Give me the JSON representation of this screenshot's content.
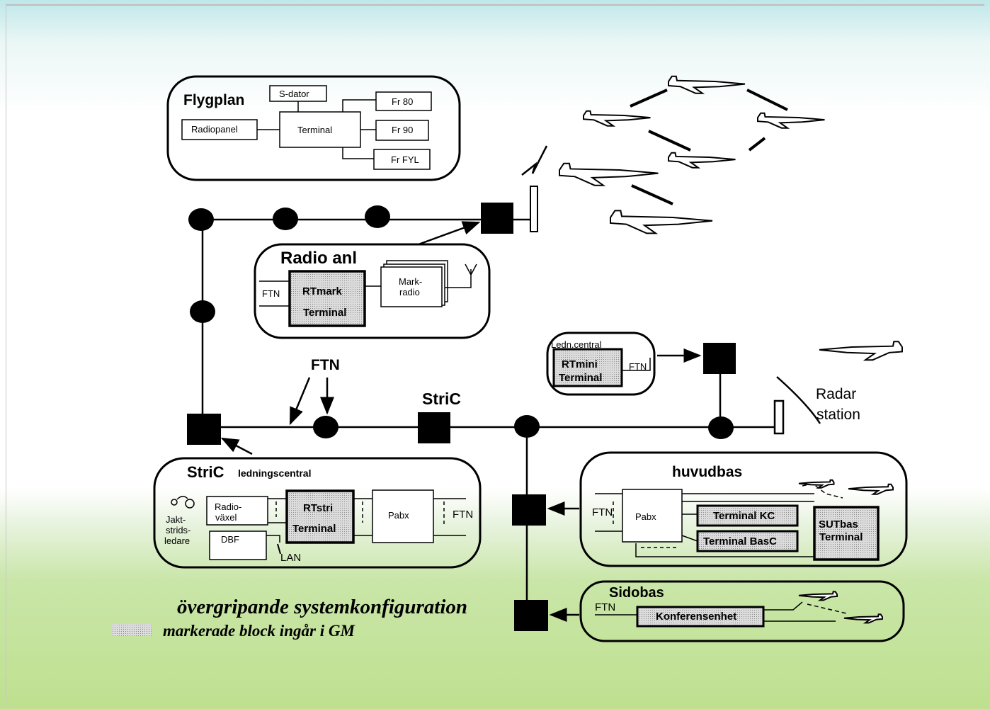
{
  "flygplan": {
    "title": "Flygplan",
    "s_dator": "S-dator",
    "radiopanel": "Radiopanel",
    "terminal": "Terminal",
    "fr80": "Fr 80",
    "fr90": "Fr 90",
    "frfyl": "Fr FYL"
  },
  "radio_anl": {
    "title": "Radio anl",
    "ftn": "FTN",
    "rtmark": "RTmark",
    "terminal": "Terminal",
    "markradio_1": "Mark-",
    "markradio_2": "radio"
  },
  "ledn_central": {
    "title": "Ledn.central",
    "rtmini": "RTmini",
    "terminal": "Terminal",
    "ftn": "FTN"
  },
  "network": {
    "ftn": "FTN",
    "stric": "StriC",
    "radar_1": "Radar",
    "radar_2": "station"
  },
  "stric_lc": {
    "title": "StriC",
    "subtitle": "ledningscentral",
    "jakt_1": "Jakt-",
    "jakt_2": "strids-",
    "jakt_3": "ledare",
    "radiovaxel_1": "Radio-",
    "radiovaxel_2": "växel",
    "dbf": "DBF",
    "rtstri": "RTstri",
    "terminal": "Terminal",
    "pabx": "Pabx",
    "ftn": "FTN",
    "lan": "LAN"
  },
  "huvudbas": {
    "title": "huvudbas",
    "ftn": "FTN",
    "pabx": "Pabx",
    "terminal_kc": "Terminal KC",
    "terminal_basc": "Terminal BasC",
    "sutbas": "SUTbas",
    "terminal": "Terminal"
  },
  "sidobas": {
    "title": "Sidobas",
    "ftn": "FTN",
    "konferensenhet": "Konferensenhet"
  },
  "caption": {
    "main": "övergripande systemkonfiguration",
    "legend": "markerade block ingår i GM"
  },
  "colors": {
    "shaded": "#c8c8c8",
    "ink": "#000000"
  }
}
